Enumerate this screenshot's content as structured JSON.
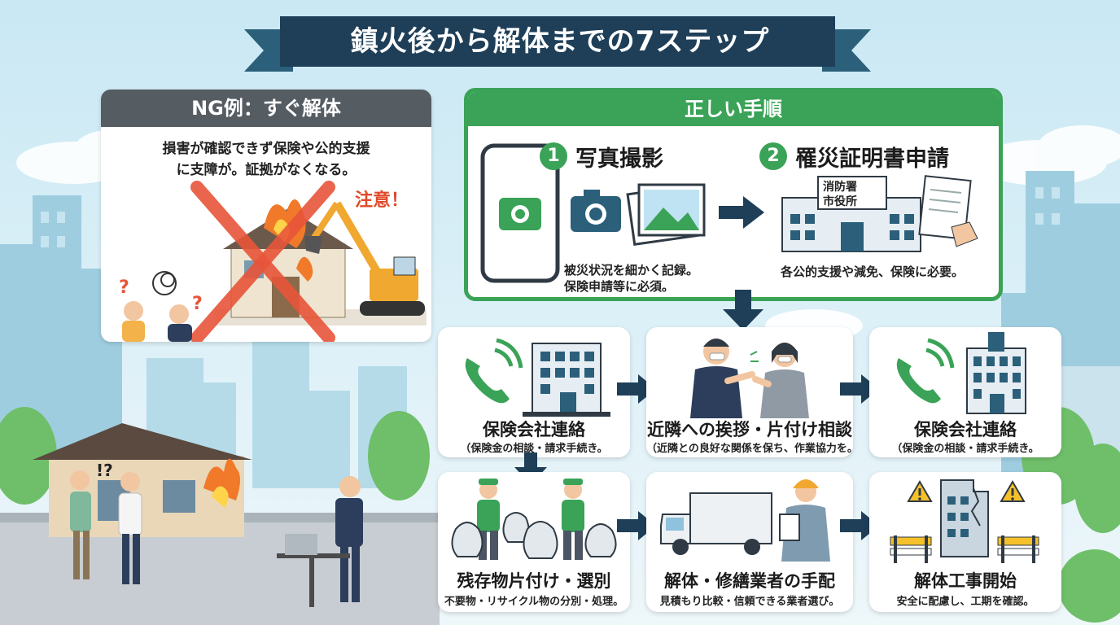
{
  "title": "鎮火後から解体までの7ステップ",
  "ng": {
    "header": "NG例：すぐ解体",
    "desc_line1": "損害が確認できず保険や公的支援",
    "desc_line2": "に支障が。証拠がなくなる。",
    "warning": "注意！"
  },
  "procedure": {
    "header": "正しい手順",
    "step1": {
      "number": "1",
      "title": "写真撮影",
      "desc_line1": "被災状況を細かく記録。",
      "desc_line2": "保険申請等に必須。"
    },
    "step2": {
      "number": "2",
      "title": "罹災証明書申請",
      "sign_line1": "消防署",
      "sign_line2": "市役所",
      "desc": "各公的支援や減免、保険に必要。"
    }
  },
  "cards": [
    {
      "title": "保険会社連絡",
      "desc": "（保険金の相談・請求手続き。",
      "icon": "phone-building-icon"
    },
    {
      "title": "近隣への挨拶・片付け相談",
      "desc": "（近隣との良好な関係を保ち、作業協力を。",
      "icon": "greeting-people-icon"
    },
    {
      "title": "保険会社連絡",
      "desc": "（保険金の相談・請求手続き。",
      "icon": "phone-building-icon"
    },
    {
      "title": "残存物片付け・選別",
      "desc": "不要物・リサイクル物の分別・処理。",
      "icon": "garbage-bags-icon"
    },
    {
      "title": "解体・修繕業者の手配",
      "desc": "見積もり比較・信頼できる業者選び。",
      "icon": "truck-worker-icon"
    },
    {
      "title": "解体工事開始",
      "desc": "安全に配慮し、工期を確認。",
      "icon": "demolition-site-icon"
    }
  ],
  "colors": {
    "green": "#3aa357",
    "navy": "#1f3f58",
    "teal": "#2b5f7a",
    "red": "#e04a2a",
    "ngHeader": "#555d63"
  }
}
